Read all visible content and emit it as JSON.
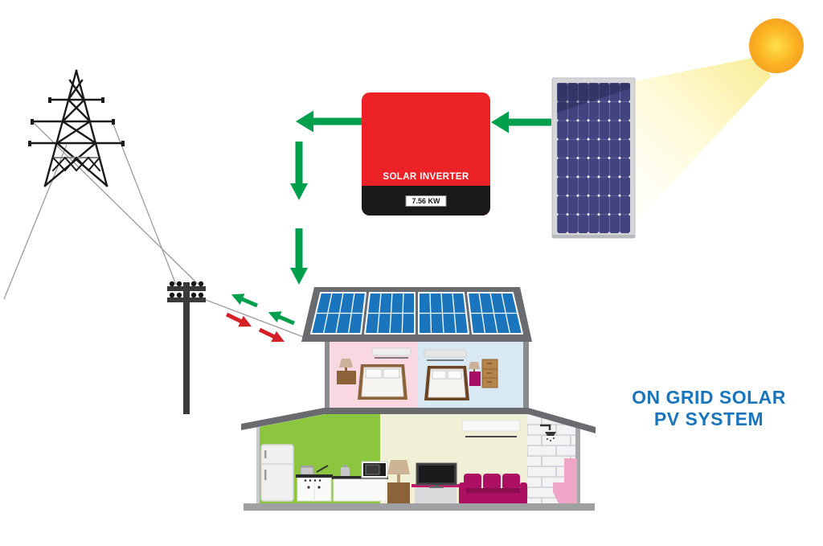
{
  "title": {
    "line1": "ON GRID SOLAR",
    "line2": "PV SYSTEM"
  },
  "inverter": {
    "label": "SOLAR INVERTER",
    "capacity": "7.56 KW"
  },
  "components": {
    "sun": "sun",
    "sun_beam": "sunlight beam",
    "solar_panel": "solar PV module (7x8 cells)",
    "solar_inverter": "solar inverter",
    "transmission_tower": "high-voltage transmission tower",
    "power_lines": "power lines",
    "utility_pole": "utility pole with insulators",
    "rooftop_array": "rooftop solar array (4 panels, 2x4 cells each)",
    "house": "two-storey house cutaway",
    "rooms": [
      "bedroom pink",
      "bedroom blue",
      "kitchen",
      "living room",
      "bathroom"
    ]
  },
  "flows": {
    "green_arrow_color": "#009F4D",
    "red_arrow_color": "#D42127"
  },
  "colors": {
    "title_blue": "#1B75BC",
    "inverter_red": "#EC2227",
    "inverter_base_black": "#1B181C",
    "panel_cell_blue": "#42437F",
    "roof_panel_blue": "#1B75BC",
    "roof_gray": "#6A6B6E",
    "kitchen_green": "#8CC63F",
    "living_cream": "#F0F0D6",
    "bedroom_pink": "#F9D8E2",
    "bedroom_blue": "#D9E9F4",
    "sofa_magenta": "#AD0F63",
    "sun_orange": "#F9A825",
    "wire_gray": "#9B9B9B",
    "background": "#FFFFFF"
  }
}
